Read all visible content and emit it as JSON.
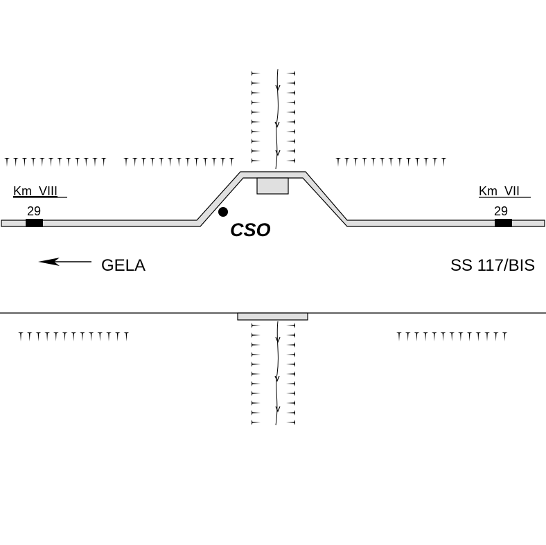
{
  "markers": {
    "left": {
      "km_label": "Km  VIII",
      "number": "29"
    },
    "right": {
      "km_label": "Km  VII",
      "number": "29"
    }
  },
  "station_label": "CSO",
  "directions": {
    "left_destination": "GELA",
    "right_road": "SS 117/BIS"
  },
  "colors": {
    "road_fill": "#e0e0e0",
    "outline": "#000000",
    "marker_fill": "#000000",
    "background": "#ffffff"
  },
  "icons": [
    "embankment-tick-icon",
    "arrow-left-icon",
    "flow-arrow-icon",
    "station-dot-icon"
  ]
}
